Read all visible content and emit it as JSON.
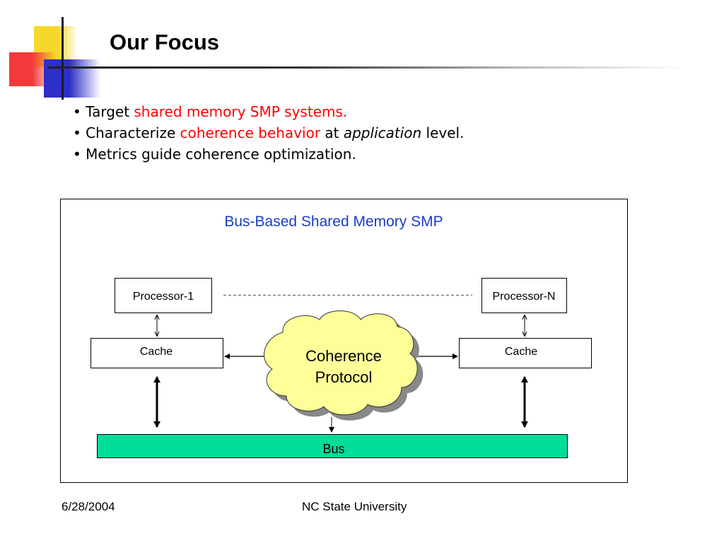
{
  "slide": {
    "title": "Our Focus",
    "bullets": [
      {
        "marker": "•",
        "parts": [
          {
            "text": "Target ",
            "style": "normal"
          },
          {
            "text": "shared memory SMP systems.",
            "style": "red"
          }
        ]
      },
      {
        "marker": "•",
        "parts": [
          {
            "text": "Characterize ",
            "style": "normal"
          },
          {
            "text": "coherence behavior",
            "style": "red"
          },
          {
            "text": " at ",
            "style": "normal"
          },
          {
            "text": "application",
            "style": "italic"
          },
          {
            "text": " level.",
            "style": "normal"
          }
        ]
      },
      {
        "marker": "•",
        "parts": [
          {
            "text": "Metrics guide coherence optimization.",
            "style": "normal"
          }
        ]
      }
    ]
  },
  "diagram": {
    "title": "Bus-Based Shared Memory SMP",
    "processor_left": "Processor-1",
    "processor_right": "Processor-N",
    "cache_left": "Cache",
    "cache_right": "Cache",
    "protocol_line1": "Coherence",
    "protocol_line2": "Protocol",
    "bus": "Bus"
  },
  "footer": {
    "date": "6/28/2004",
    "org": "NC State University"
  },
  "colors": {
    "accent_red": "#ff0000",
    "diagram_title": "#1a3cc8",
    "bus_fill": "#00dd99",
    "cloud_fill": "#ffff99",
    "deco_yellow": "#f5d82a",
    "deco_red": "#f23a3a",
    "deco_blue": "#2e2ec8"
  }
}
